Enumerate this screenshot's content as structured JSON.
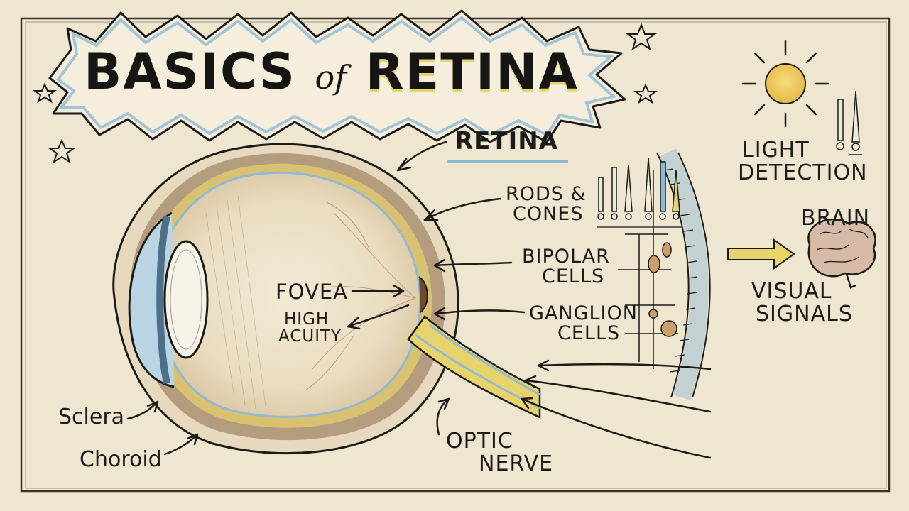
{
  "title": {
    "prefix": "BASICS",
    "joiner": "of",
    "main": "RETINA"
  },
  "labels": {
    "retina": "RETINA",
    "rods_cones": [
      "RODS &",
      "CONES"
    ],
    "bipolar": [
      "BIPOLAR",
      "CELLS"
    ],
    "ganglion": [
      "GANGLION",
      "CELLS"
    ],
    "fovea": "FOVEA",
    "high_acuity": [
      "HIGH",
      "ACUITY"
    ],
    "sclera": "Sclera",
    "choroid": "Choroid",
    "optic_nerve": [
      "OPTIC",
      "NERVE"
    ],
    "light_detection": [
      "LIGHT",
      "DETECTION"
    ],
    "brain": "BRAIN",
    "visual_signals": [
      "VISUAL",
      "SIGNALS"
    ]
  },
  "colors": {
    "paper": "#efe6d2",
    "ink": "#1d1b18",
    "blue": "#8fb9d4",
    "yellow": "#e7d36c",
    "brown": "#8a6a4d",
    "sun": "#ecc95a",
    "brain": "#c9a99a"
  },
  "icons": [
    "sun-icon",
    "photoreceptor-icon",
    "brain-icon",
    "star-icon",
    "arrow-icon"
  ]
}
